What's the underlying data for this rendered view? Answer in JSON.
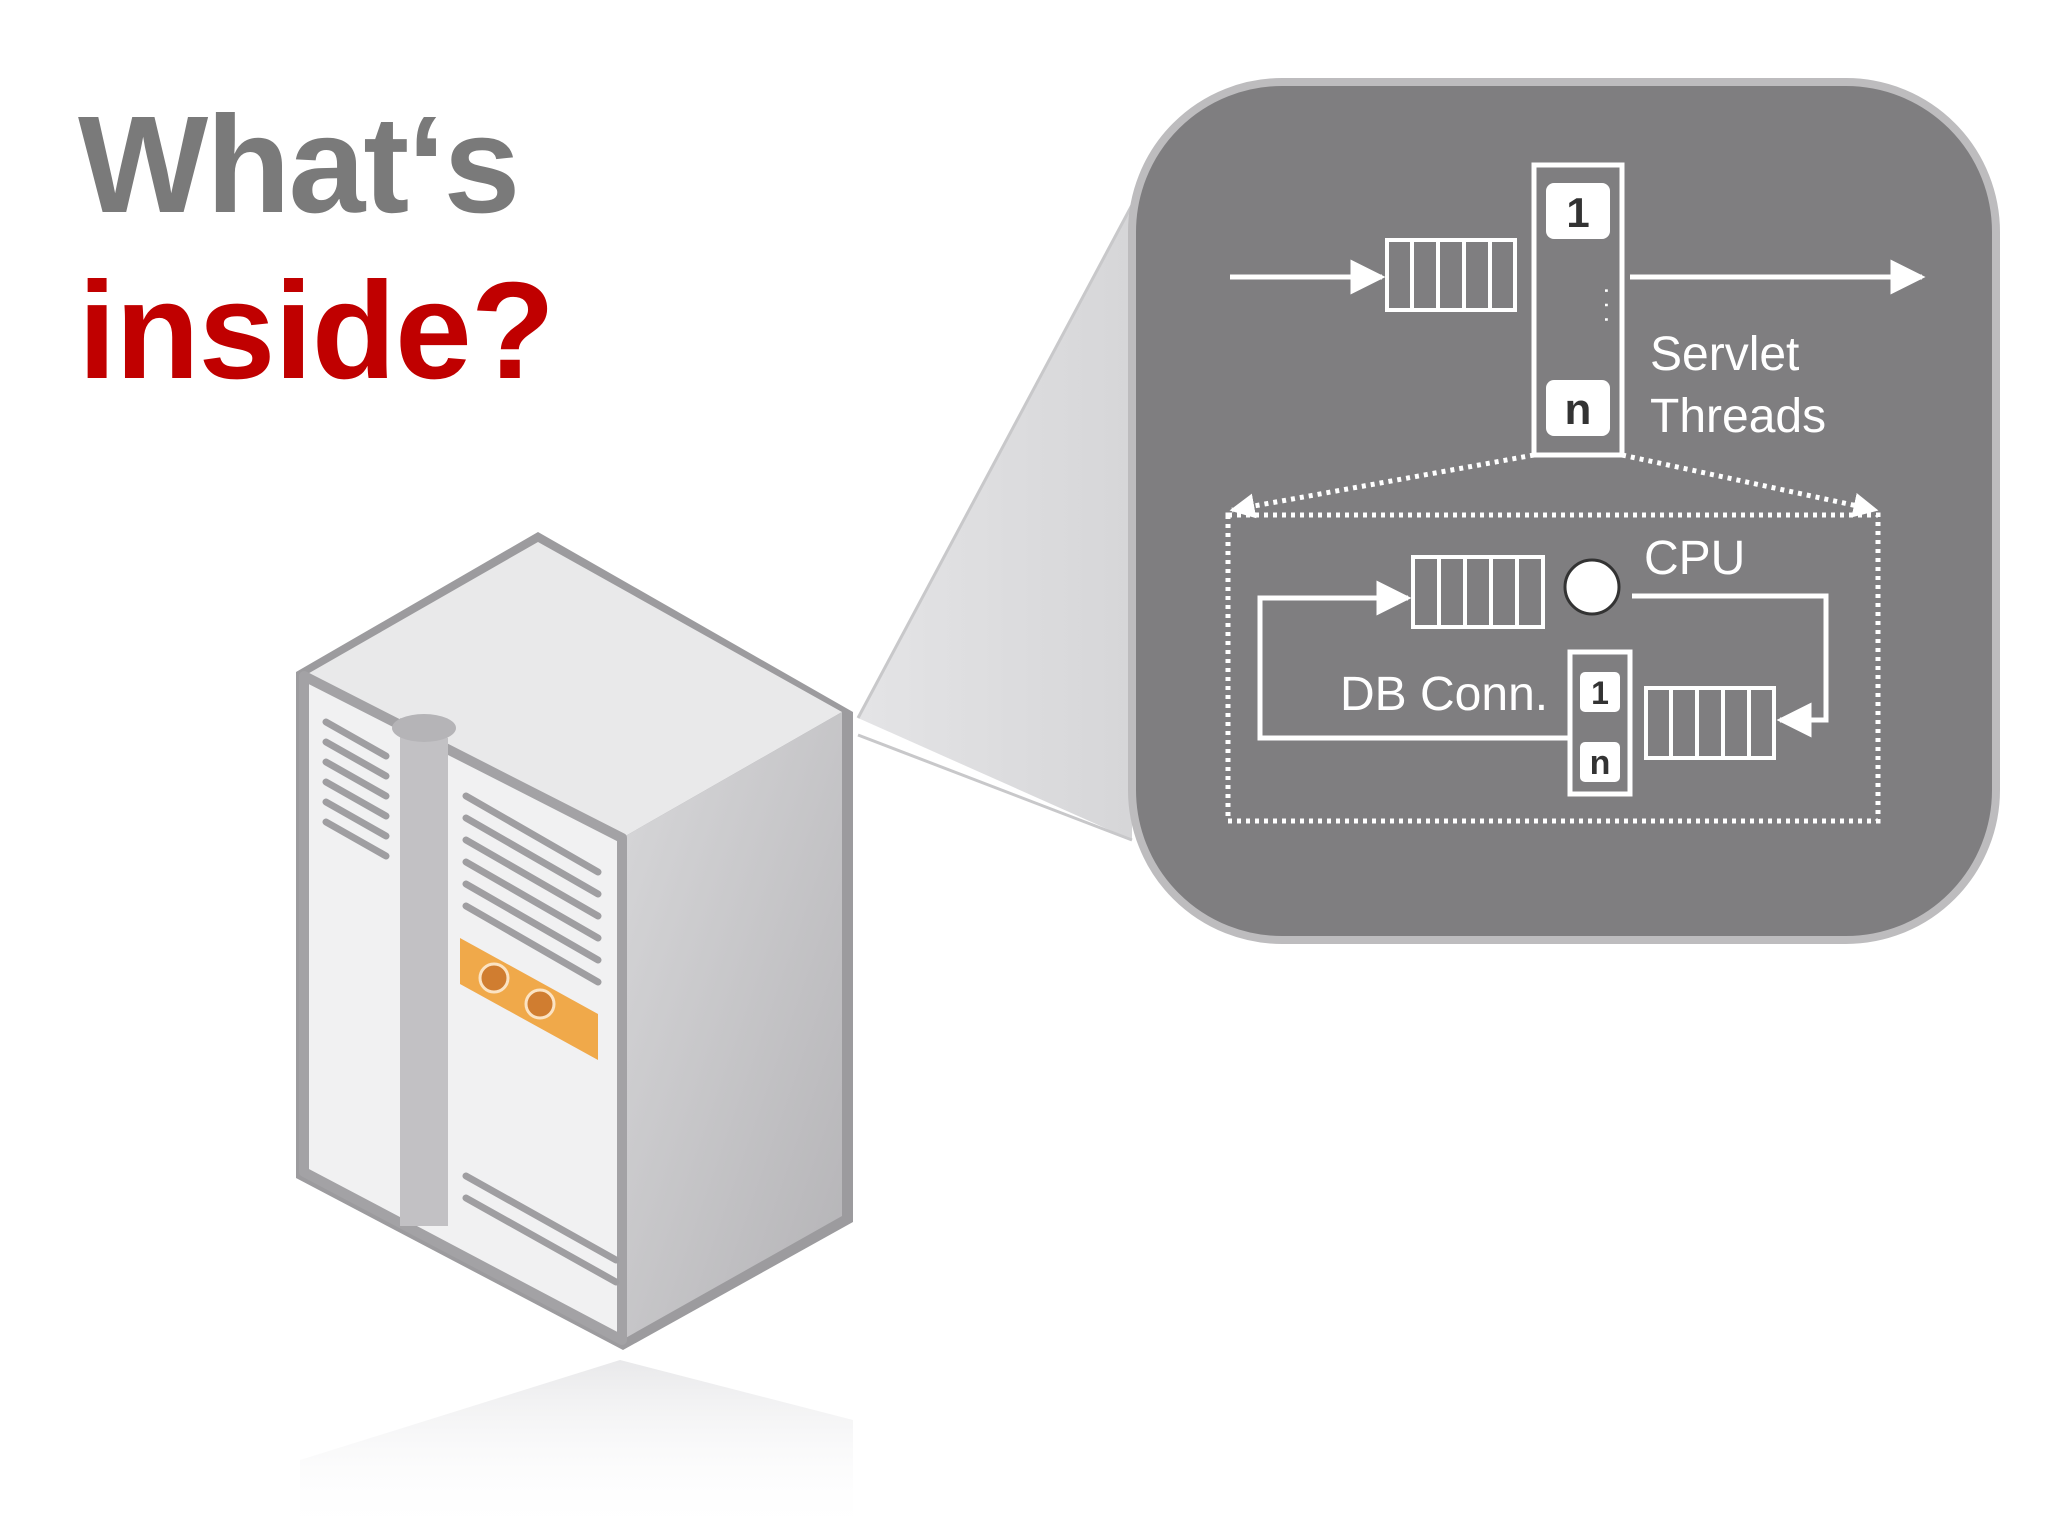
{
  "slide": {
    "title_line1": "What‘s",
    "title_line2": "inside?"
  },
  "diagram": {
    "servlet_label_line1": "Servlet",
    "servlet_label_line2": "Threads",
    "thread_first": "1",
    "thread_dots": ". . .",
    "thread_last": "n",
    "cpu_label": "CPU",
    "db_label": "DB Conn.",
    "db_first": "1",
    "db_last": "n"
  },
  "colors": {
    "title_gray": "#7a7a7a",
    "title_red": "#c00000",
    "panel_fill": "#7f7e80",
    "server_accent": "#f0a94a",
    "diagram_white": "#ffffff"
  },
  "icons": [
    "server-icon"
  ]
}
